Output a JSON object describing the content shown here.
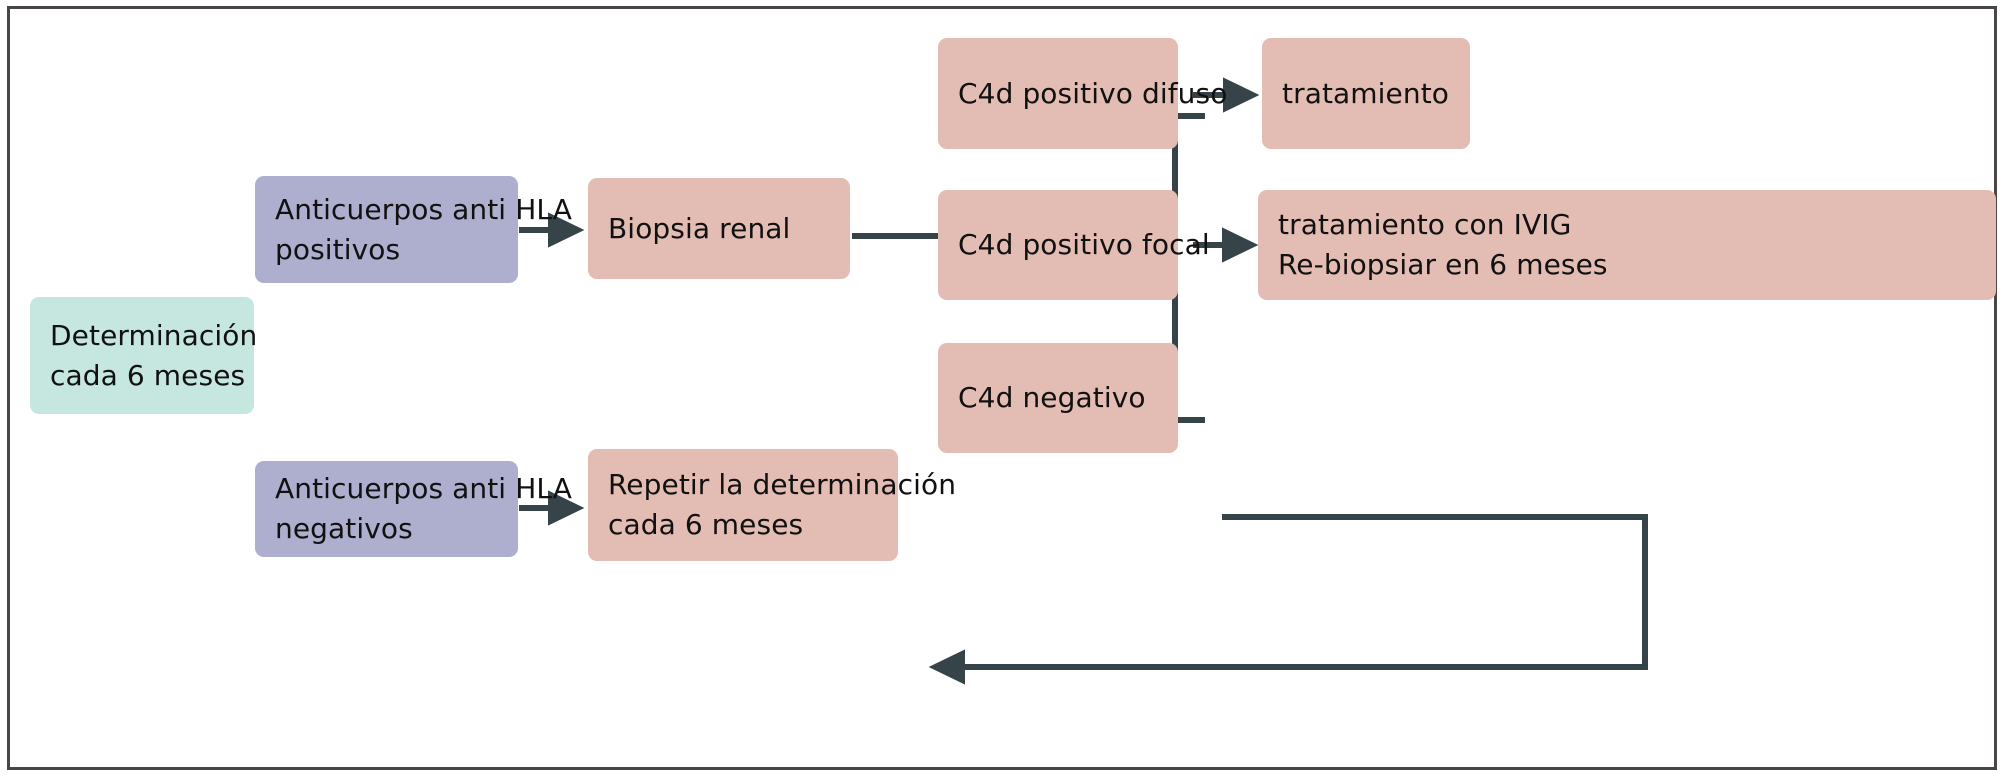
{
  "diagram": {
    "type": "flowchart",
    "title": "Algoritmo de seguimiento de anticuerpos anti HLA",
    "colors": {
      "teal": "#c6e6e0",
      "purple": "#aeaecf",
      "pink": "#e3bcb4",
      "line": "#36444a",
      "frame": "#4a4646",
      "text": "#111111"
    },
    "nodes": [
      {
        "id": "determinacion",
        "style": "teal",
        "lines": [
          "Determinación",
          "cada 6 meses"
        ]
      },
      {
        "id": "hla-positivos",
        "style": "purple",
        "lines": [
          "Anticuerpos anti HLA",
          "positivos"
        ]
      },
      {
        "id": "biopsia-renal",
        "style": "pink",
        "lines": [
          "Biopsia renal"
        ]
      },
      {
        "id": "c4d-positivo-difuso",
        "style": "pink",
        "lines": [
          "C4d positivo difuso"
        ]
      },
      {
        "id": "tratamiento",
        "style": "pink",
        "lines": [
          "tratamiento"
        ]
      },
      {
        "id": "c4d-positivo-focal",
        "style": "pink",
        "lines": [
          "C4d positivo focal"
        ]
      },
      {
        "id": "tratamiento-ivig",
        "style": "pink",
        "lines": [
          "tratamiento con IVIG",
          "Re-biopsiar en 6 meses"
        ]
      },
      {
        "id": "c4d-negativo",
        "style": "pink",
        "lines": [
          "C4d negativo"
        ]
      },
      {
        "id": "hla-negativos",
        "style": "purple",
        "lines": [
          "Anticuerpos anti HLA",
          "negativos"
        ]
      },
      {
        "id": "repetir-determinacion",
        "style": "pink",
        "lines": [
          "Repetir la determinación",
          "cada 6 meses"
        ]
      }
    ],
    "edges": [
      {
        "id": "hla-positivos-to-biopsia",
        "from": "hla-positivos",
        "to": "biopsia-renal",
        "kind": "arrow"
      },
      {
        "id": "biopsia-to-branch",
        "from": "biopsia-renal",
        "to": "c4d-branch",
        "kind": "bracket"
      },
      {
        "id": "difuso-to-tratamiento",
        "from": "c4d-positivo-difuso",
        "to": "tratamiento",
        "kind": "arrow"
      },
      {
        "id": "focal-to-ivig",
        "from": "c4d-positivo-focal",
        "to": "tratamiento-ivig",
        "kind": "arrow"
      },
      {
        "id": "hla-negativos-to-repetir",
        "from": "hla-negativos",
        "to": "repetir-determinacion",
        "kind": "arrow"
      },
      {
        "id": "negativo-to-repetir",
        "from": "c4d-negativo",
        "to": "repetir-determinacion",
        "kind": "elbow-arrow"
      }
    ]
  }
}
